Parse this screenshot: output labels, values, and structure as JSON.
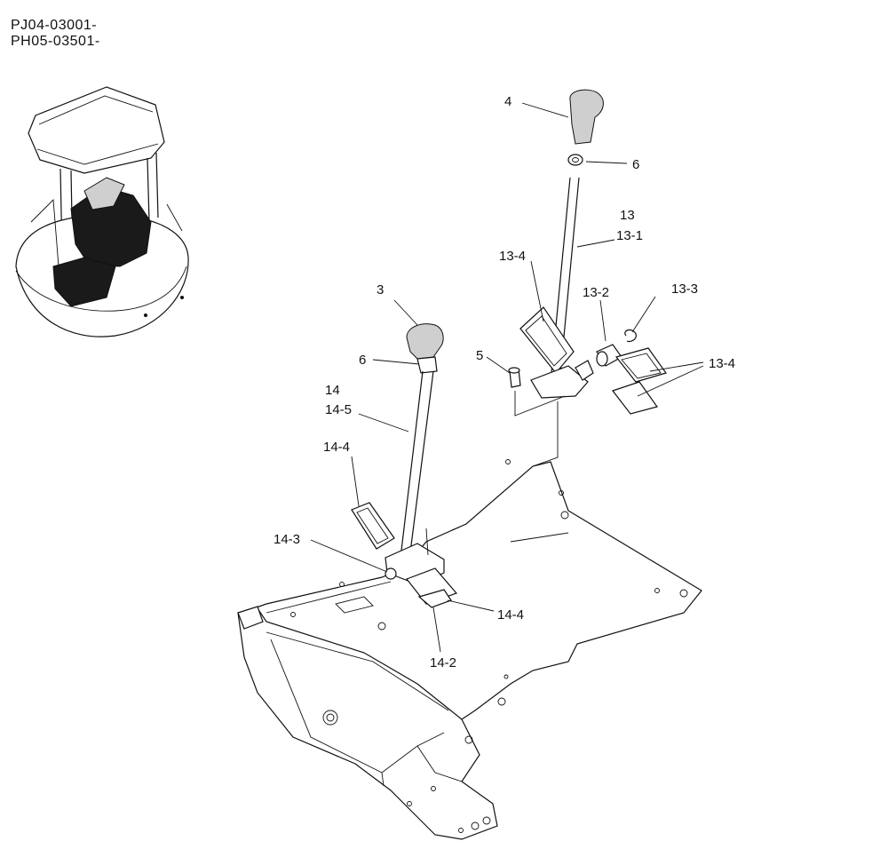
{
  "header": {
    "serials": [
      "PJ04-03001-",
      "PH05-03501-"
    ]
  },
  "callouts": {
    "c4": "4",
    "c6a": "6",
    "c13": "13",
    "c13_1": "13-1",
    "c13_4a": "13-4",
    "c13_2": "13-2",
    "c13_3": "13-3",
    "c13_4b": "13-4",
    "c5": "5",
    "c3": "3",
    "c6b": "6",
    "c14": "14",
    "c14_5": "14-5",
    "c14_4a": "14-4",
    "c14_3": "14-3",
    "c14_4b": "14-4",
    "c14_2": "14-2"
  }
}
